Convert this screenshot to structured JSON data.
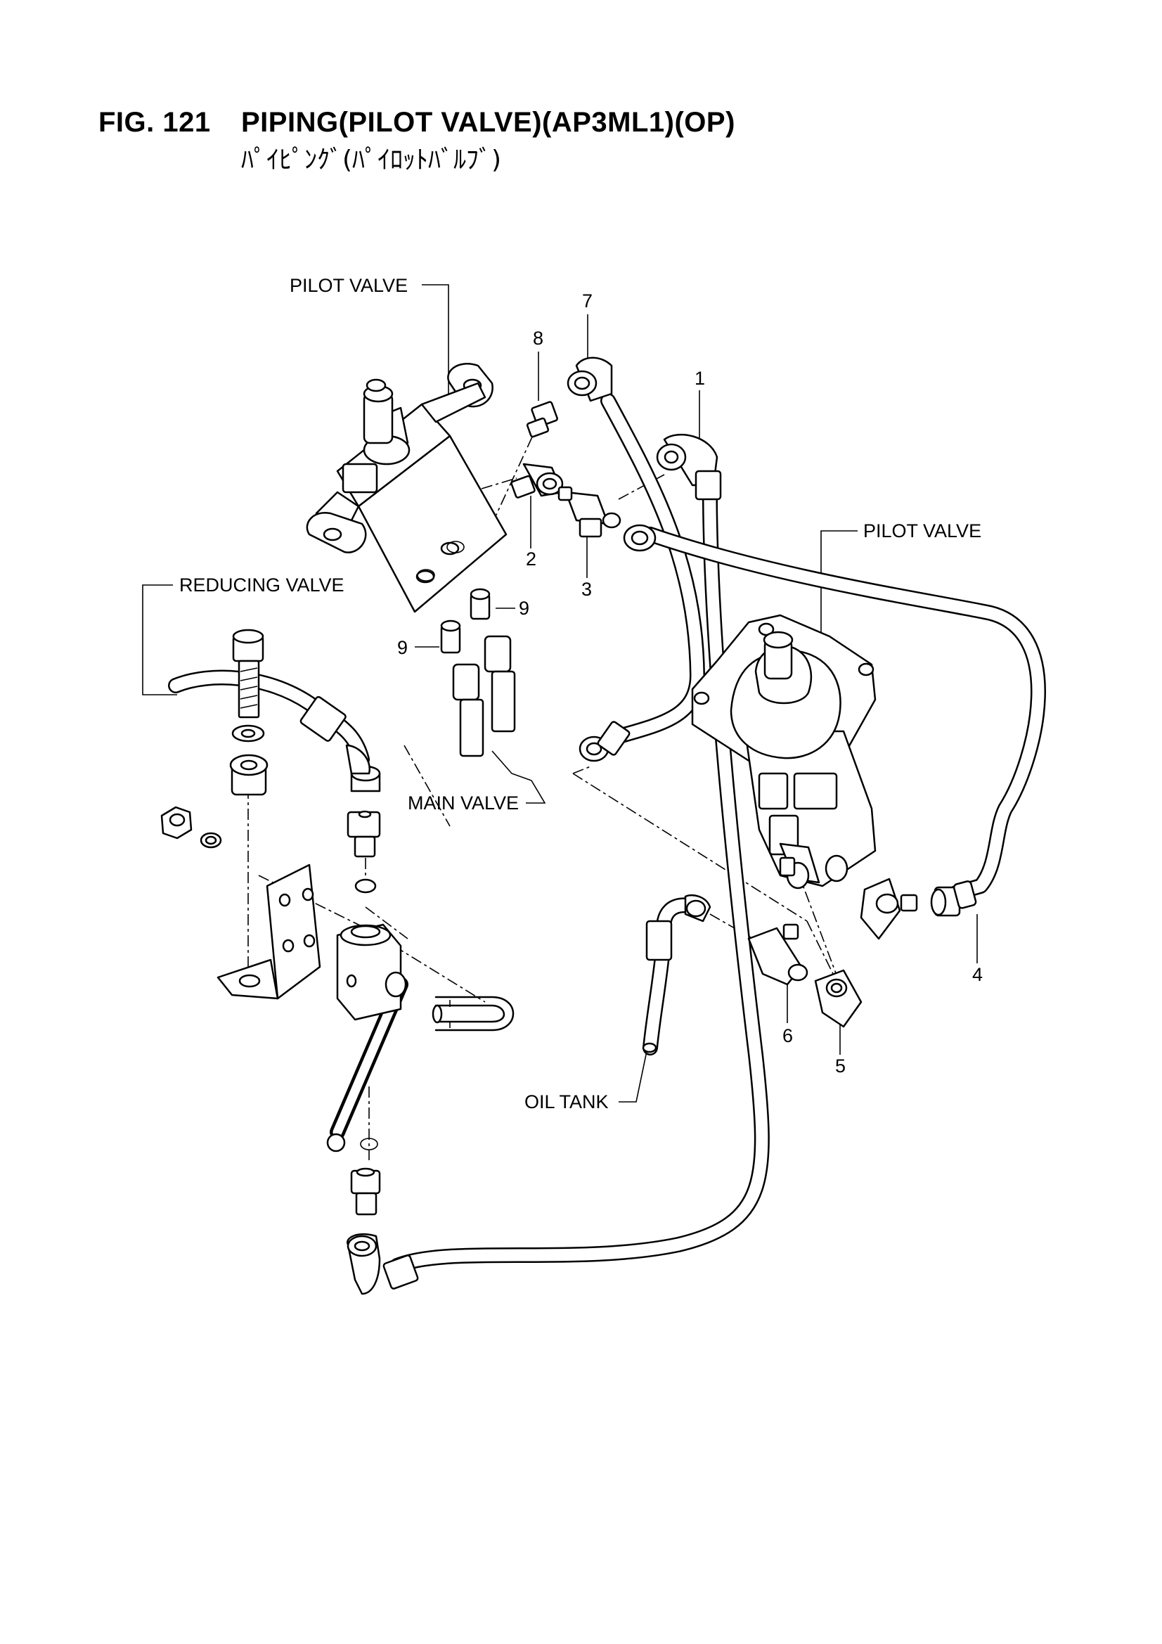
{
  "header": {
    "figure_no": "FIG. 121",
    "title": "PIPING(PILOT VALVE)(AP3ML1)(OP)",
    "subtitle": "ﾊﾟｲﾋﾟﾝｸﾞ(ﾊﾟｲﾛｯﾄﾊﾞﾙﾌﾞ)"
  },
  "labels": {
    "pilot_valve_left": "PILOT VALVE",
    "pilot_valve_right": "PILOT VALVE",
    "reducing_valve": "REDUCING VALVE",
    "main_valve": "MAIN VALVE",
    "oil_tank": "OIL TANK"
  },
  "callouts": {
    "c1": "1",
    "c2": "2",
    "c3": "3",
    "c4": "4",
    "c5": "5",
    "c6": "6",
    "c7": "7",
    "c8": "8",
    "c9a": "9",
    "c9b": "9"
  }
}
